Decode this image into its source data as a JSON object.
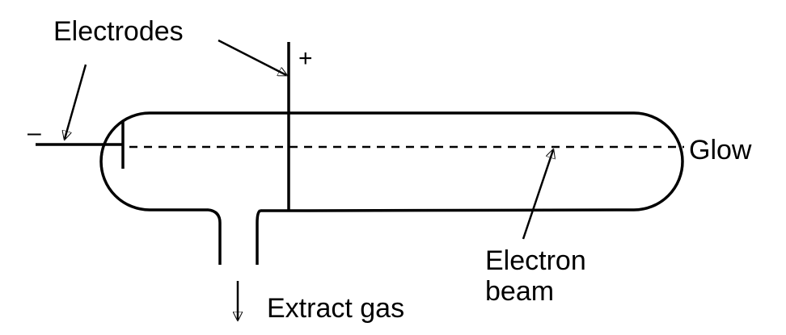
{
  "labels": {
    "electrodes": "Electrodes",
    "negative": "–",
    "positive": "+",
    "glow": "Glow",
    "electron_beam_line1": "Electron",
    "electron_beam_line2": "beam",
    "extract_gas": "Extract gas"
  },
  "colors": {
    "stroke": "#000000",
    "background": "#ffffff"
  }
}
